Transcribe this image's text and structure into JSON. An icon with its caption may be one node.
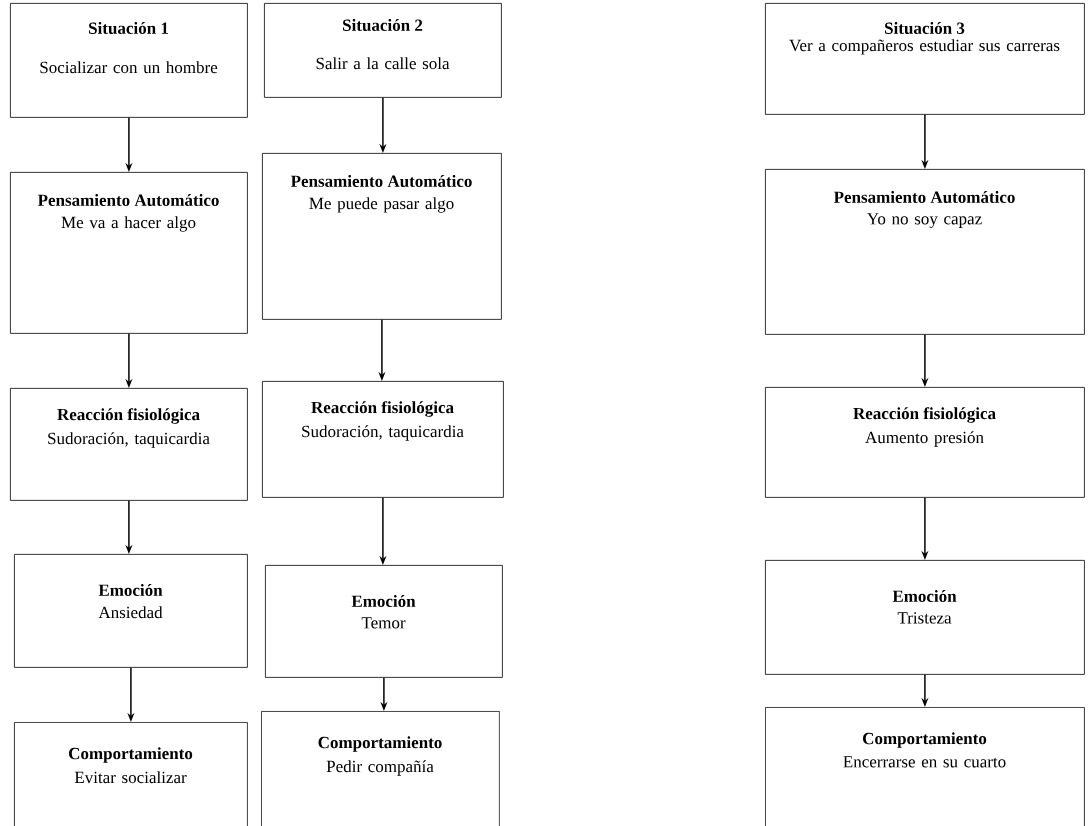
{
  "diagram": {
    "nodes": [
      {
        "text": [
          "Situación 1",
          "Socializar con un hombre"
        ]
      },
      {
        "text": [
          "Pensamiento Automático",
          "Me va a hacer algo"
        ]
      },
      {
        "text": [
          "Reacción fisiológica",
          "Sudoración, taquicardia"
        ]
      },
      {
        "text": [
          "Emoción",
          "Ansiedad"
        ]
      },
      {
        "text": [
          "Comportamiento",
          "Evitar socializar"
        ]
      },
      {
        "text": [
          "Situación 2",
          "Salir a la calle sola"
        ]
      },
      {
        "text": [
          "Pensamiento Automático",
          "Me puede pasar algo"
        ]
      },
      {
        "text": [
          "Reacción fisiológica",
          "Sudoración, taquicardia"
        ]
      },
      {
        "text": [
          "Emoción",
          "Temor"
        ]
      },
      {
        "text": [
          "Comportamiento",
          "Pedir compañía"
        ]
      },
      {
        "text": [
          "Situación 3",
          "Ver a compañeros estudiar sus carreras"
        ]
      },
      {
        "text": [
          "Pensamiento Automático",
          "Yo no soy capaz"
        ]
      },
      {
        "text": [
          "Reacción fisiológica",
          "Aumento presión"
        ]
      },
      {
        "text": [
          "Emoción",
          "Tristeza"
        ]
      },
      {
        "text": [
          "Comportamiento",
          "Encerrarse en su cuarto"
        ]
      }
    ],
    "edges": [
      {
        "from": 0,
        "to": 1,
        "arrow": "to"
      },
      {
        "from": 1,
        "to": 2,
        "arrow": "to"
      },
      {
        "from": 2,
        "to": 3,
        "arrow": "to"
      },
      {
        "from": 3,
        "to": 4,
        "arrow": "to"
      },
      {
        "from": 5,
        "to": 6,
        "arrow": "to"
      },
      {
        "from": 6,
        "to": 7,
        "arrow": "to"
      },
      {
        "from": 7,
        "to": 8,
        "arrow": "to"
      },
      {
        "from": 8,
        "to": 9,
        "arrow": "to"
      },
      {
        "from": 10,
        "to": 11,
        "arrow": "to"
      },
      {
        "from": 11,
        "to": 12,
        "arrow": "to"
      },
      {
        "from": 12,
        "to": 13,
        "arrow": "to"
      },
      {
        "from": 13,
        "to": 14,
        "arrow": "to"
      }
    ]
  }
}
